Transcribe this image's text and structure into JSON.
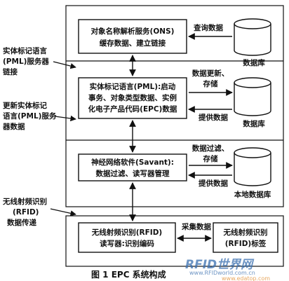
{
  "boxes": {
    "ons": [
      "对象名称解析服务(ONS)",
      "缓存数据、建立链接"
    ],
    "pml": [
      "实体标记语言(PML):启动",
      "事务、对象类型数据、实例",
      "化电子产品代码(EPC)数据"
    ],
    "savant": [
      "神经网络软件(Savant):",
      "数据过滤、读写器管理"
    ],
    "reader": [
      "无线射频识别(RFID)",
      "读写器:识别编码"
    ],
    "tag": [
      "无线射频识别",
      "(RFID)标签"
    ]
  },
  "arrows": {
    "query": "查询数据",
    "update": [
      "数据更新、",
      "存储"
    ],
    "provide1": "提供数据",
    "filter": [
      "数据过滤、",
      "存储"
    ],
    "provide2": "提供数据",
    "collect": "采集数据"
  },
  "databases": {
    "db1": "数据库",
    "db2": "数据库",
    "db3": "本地数据库"
  },
  "side_labels": {
    "pml_server_link": [
      "实体标记语言",
      "(PML)服务器",
      "链接"
    ],
    "pml_server_update": [
      "更新实体标记",
      "语言(PML)服务",
      "器数据"
    ],
    "rfid_transfer": [
      "无线射频识别",
      "(RFID)",
      "数据传递"
    ]
  },
  "caption": "图 1   EPC 系统构成",
  "watermark": {
    "logo": "RFID世界网",
    "url1": "www.RFIDworld.com.cn",
    "url2": "www.edatop.com"
  }
}
